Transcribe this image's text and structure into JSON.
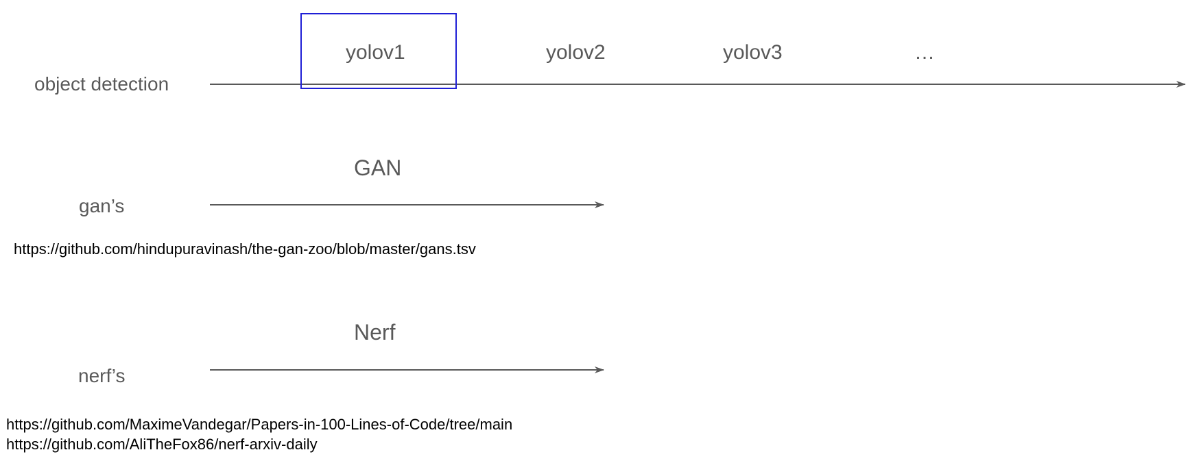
{
  "colors": {
    "text": "#595959",
    "link_text": "#000000",
    "arrow": "#595959",
    "highlight_box": "#1f1fd6"
  },
  "rows": [
    {
      "label": "object detection",
      "items": [
        "yolov1",
        "yolov2",
        "yolov3",
        "…"
      ],
      "highlighted_item": "yolov1"
    },
    {
      "label": "gan’s",
      "items": [
        "GAN"
      ],
      "links": [
        "https://github.com/hindupuravinash/the-gan-zoo/blob/master/gans.tsv"
      ]
    },
    {
      "label": "nerf’s",
      "items": [
        "Nerf"
      ],
      "links": [
        "https://github.com/MaximeVandegar/Papers-in-100-Lines-of-Code/tree/main",
        "https://github.com/AliTheFox86/nerf-arxiv-daily"
      ]
    }
  ]
}
